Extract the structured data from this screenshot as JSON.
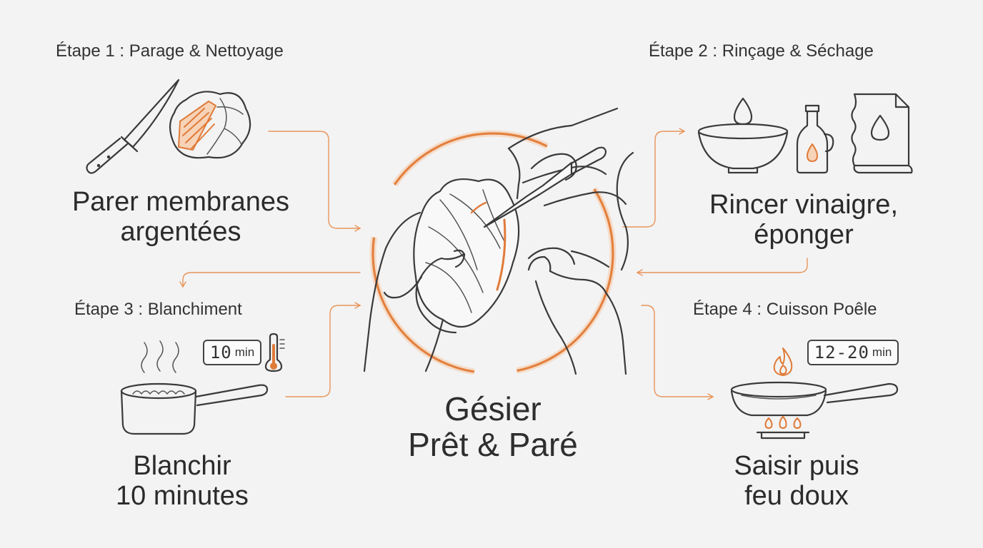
{
  "center": {
    "title_line1": "Gésier",
    "title_line2": "Prêt & Paré"
  },
  "steps": [
    {
      "title": "Étape 1 : Parage & Nettoyage",
      "action_line1": "Parer membranes",
      "action_line2": "argentées"
    },
    {
      "title": "Étape 2 : Rinçage & Séchage",
      "action_line1": "Rincer vinaigre,",
      "action_line2": "éponger"
    },
    {
      "title": "Étape 3 : Blanchiment",
      "action_line1": "Blanchir",
      "action_line2": "10 minutes",
      "timer": {
        "value": "10",
        "unit": "min"
      }
    },
    {
      "title": "Étape 4 : Cuisson Poêle",
      "action_line1": "Saisir puis",
      "action_line2": "feu doux",
      "timer": {
        "value": "12-20",
        "unit": "min"
      }
    }
  ],
  "icons": {
    "step1": [
      "knife-icon",
      "gizzard-icon"
    ],
    "step2": [
      "bowl-water-icon",
      "vinegar-bottle-icon",
      "paper-towel-icon"
    ],
    "step3": [
      "saucepan-icon",
      "timer-icon",
      "thermometer-icon"
    ],
    "step4": [
      "frying-pan-icon",
      "flame-icon",
      "gas-burner-icon",
      "timer-icon"
    ],
    "center": [
      "hands-trimming-gizzard-icon"
    ]
  },
  "colors": {
    "background": "#f3f3f3",
    "ink": "#3a3a3a",
    "accent": "#e07b39",
    "arrow": "#e8955a"
  }
}
